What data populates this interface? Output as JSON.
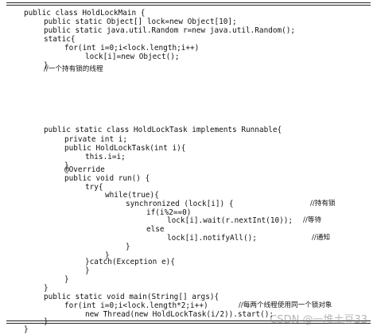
{
  "document": {
    "code_lines": [
      "public class HoldLockMain {",
      "public static Object[] lock=new Object[10];",
      "public static java.util.Random r=new java.util.Random();",
      "static{",
      "for(int i=0;i<lock.length;i++)",
      "lock[i]=new Object();",
      "}",
      "//一个持有锁的线程",
      "public static class HoldLockTask implements Runnable{",
      "private int i;",
      "public HoldLockTask(int i){",
      "this.i=i;",
      "}",
      "@Override",
      "public void run() {",
      "try{",
      "while(true){",
      "synchronized (lock[i]) {",
      "if(i%2==0)",
      "lock[i].wait(r.nextInt(10));",
      "else",
      "lock[i].notifyAll();",
      "}",
      "}",
      "}catch(Exception e){",
      "}",
      "}",
      "}",
      "public static void main(String[] args){",
      "for(int i=0;i<lock.length*2;i++)",
      "new Thread(new HoldLockTask(i/2)).start();",
      "}",
      "}"
    ],
    "comments": [
      "//持有锁",
      "//等待",
      "//通知",
      "//每两个线程使用同一个锁对象"
    ]
  },
  "watermark": "CSDN @一堆土豆33"
}
